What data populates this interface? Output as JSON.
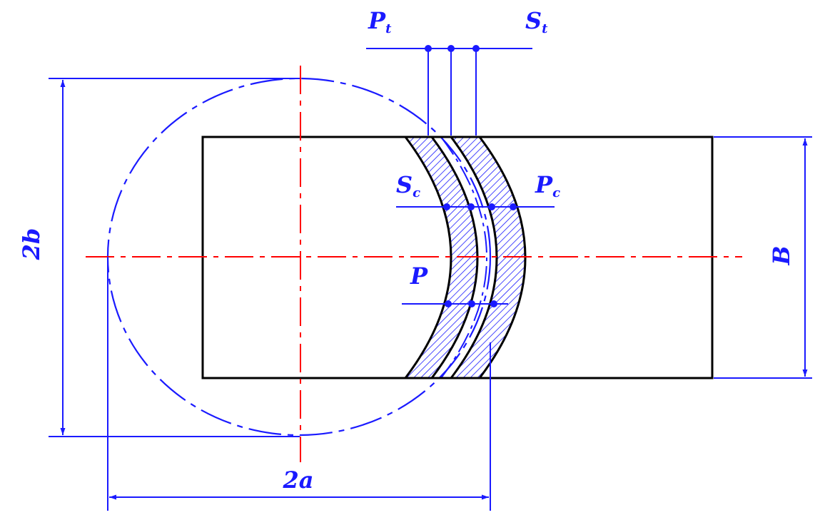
{
  "labels": {
    "pt": {
      "main": "P",
      "sub": "t"
    },
    "st": {
      "main": "S",
      "sub": "t"
    },
    "sc": {
      "main": "S",
      "sub": "c"
    },
    "pc": {
      "main": "P",
      "sub": "c"
    },
    "p": {
      "main": "P"
    },
    "two_b": "2b",
    "two_a": "2a",
    "b": "B"
  },
  "colors": {
    "outline": "#000000",
    "dimension": "#1a1aff",
    "centerline": "#ff0000",
    "hatch": "#1a1aff"
  }
}
